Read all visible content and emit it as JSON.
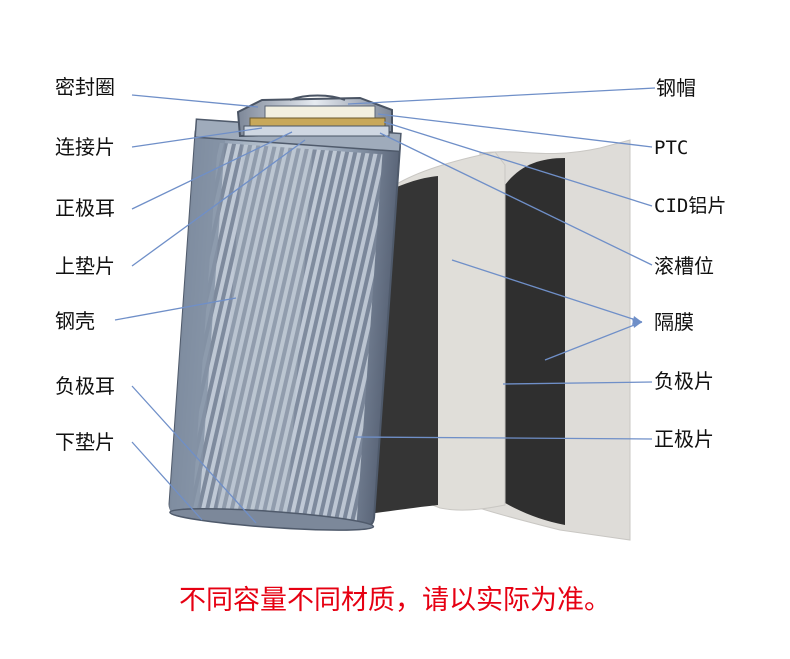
{
  "labels_left": [
    "密封圈",
    "连接片",
    "正极耳",
    "上垫片",
    "钢壳",
    "负极耳",
    "下垫片"
  ],
  "labels_right": [
    "钢帽",
    "PTC",
    "CID铝片",
    "滚槽位",
    "隔膜",
    "负极片",
    "正极片"
  ],
  "caption": "不同容量不同材质，请以实际为准。",
  "colors": {
    "leader": "#6f8fc8",
    "caption": "#e60012",
    "shell_dark": "#6d7a8e",
    "shell_light": "#c8d2de",
    "electrode_dark": "#2e2e2e",
    "separator": "#dcdad6"
  }
}
